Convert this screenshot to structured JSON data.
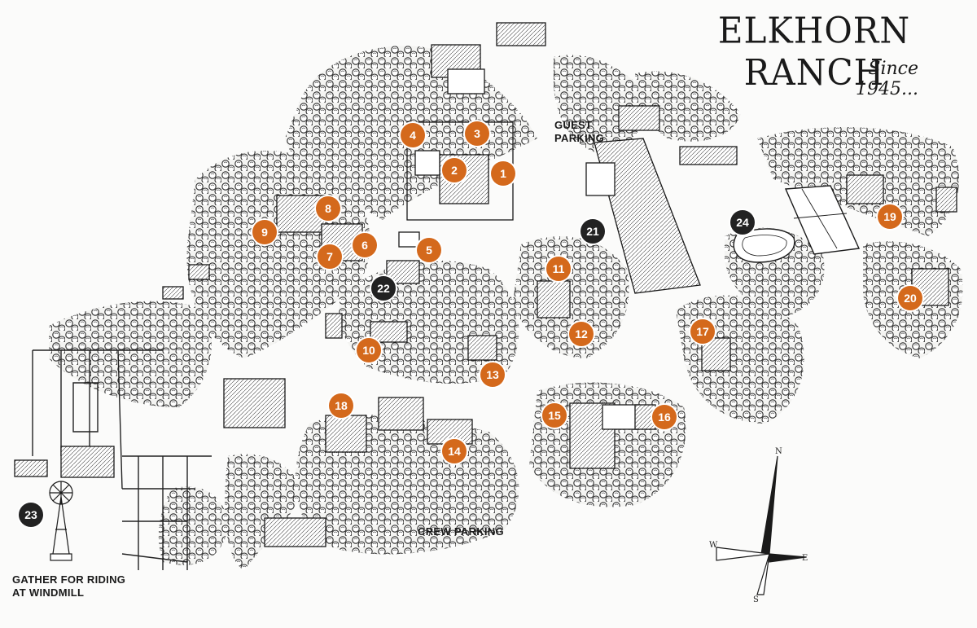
{
  "map": {
    "title": "ELKHORN RANCH",
    "subtitle": "Since 1945...",
    "colors": {
      "orange_marker": "#d4691c",
      "dark_marker": "#222222",
      "ink": "#1a1a1a"
    },
    "labels": {
      "guest_parking_1": "GUEST",
      "guest_parking_2": "PARKING",
      "crew_parking": "CREW PARKING",
      "windmill_1": "GATHER FOR RIDING",
      "windmill_2": "AT WINDMILL"
    },
    "markers": [
      {
        "num": "1",
        "style": "orange"
      },
      {
        "num": "2",
        "style": "orange"
      },
      {
        "num": "3",
        "style": "orange"
      },
      {
        "num": "4",
        "style": "orange"
      },
      {
        "num": "5",
        "style": "orange"
      },
      {
        "num": "6",
        "style": "orange"
      },
      {
        "num": "7",
        "style": "orange"
      },
      {
        "num": "8",
        "style": "orange"
      },
      {
        "num": "9",
        "style": "orange"
      },
      {
        "num": "10",
        "style": "orange"
      },
      {
        "num": "11",
        "style": "orange"
      },
      {
        "num": "12",
        "style": "orange"
      },
      {
        "num": "13",
        "style": "orange"
      },
      {
        "num": "14",
        "style": "orange"
      },
      {
        "num": "15",
        "style": "orange"
      },
      {
        "num": "16",
        "style": "orange"
      },
      {
        "num": "17",
        "style": "orange"
      },
      {
        "num": "18",
        "style": "orange"
      },
      {
        "num": "19",
        "style": "orange"
      },
      {
        "num": "20",
        "style": "orange"
      },
      {
        "num": "21",
        "style": "dark"
      },
      {
        "num": "22",
        "style": "dark"
      },
      {
        "num": "23",
        "style": "dark"
      },
      {
        "num": "24",
        "style": "dark"
      }
    ],
    "compass": {
      "n": "N",
      "s": "S",
      "e": "E",
      "w": "W"
    }
  }
}
